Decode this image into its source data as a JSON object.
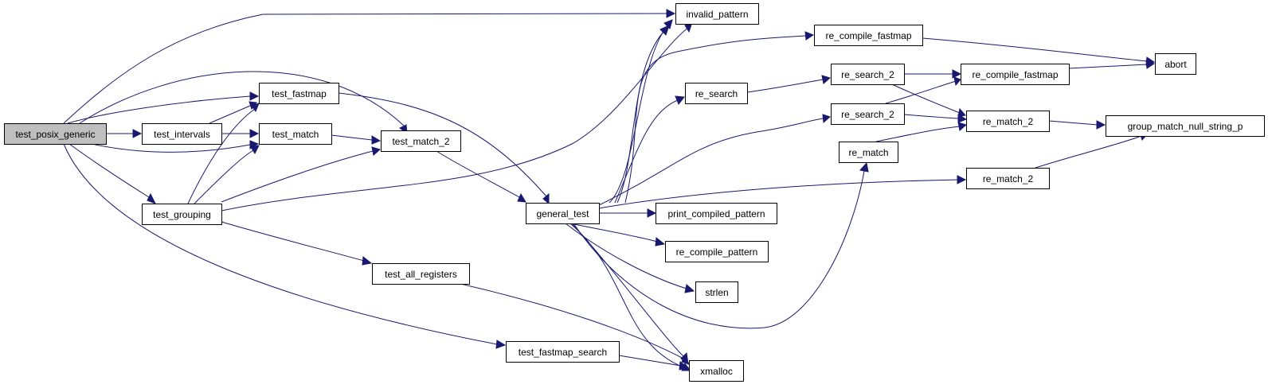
{
  "colors": {
    "edge": "#191970",
    "node_fill": "#ffffff",
    "root_fill": "#bfbfbf",
    "node_border": "#000000"
  },
  "nodes": {
    "test_posix_generic": "test_posix_generic",
    "test_intervals": "test_intervals",
    "test_fastmap": "test_fastmap",
    "test_match": "test_match",
    "test_grouping": "test_grouping",
    "test_match_2": "test_match_2",
    "test_all_registers": "test_all_registers",
    "test_fastmap_search": "test_fastmap_search",
    "general_test": "general_test",
    "invalid_pattern": "invalid_pattern",
    "re_compile_fastmap_top": "re_compile_fastmap",
    "re_search": "re_search",
    "re_search_2_a": "re_search_2",
    "re_search_2_b": "re_search_2",
    "re_match": "re_match",
    "print_compiled_pattern": "print_compiled_pattern",
    "re_compile_pattern": "re_compile_pattern",
    "strlen": "strlen",
    "xmalloc": "xmalloc",
    "re_compile_fastmap_mid": "re_compile_fastmap",
    "re_match_2_a": "re_match_2",
    "re_match_2_b": "re_match_2",
    "abort": "abort",
    "group_match_null_string_p": "group_match_null_string_p"
  }
}
